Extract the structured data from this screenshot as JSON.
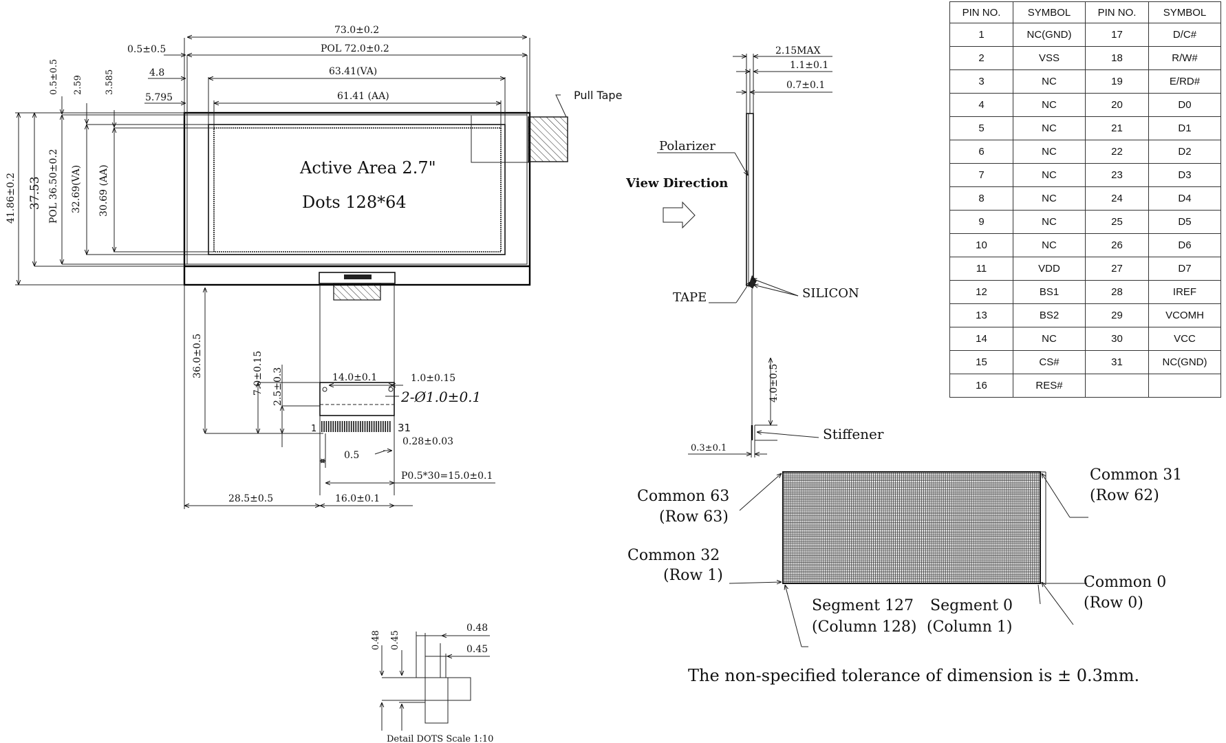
{
  "pin_table": {
    "headers": [
      "PIN NO.",
      "SYMBOL",
      "PIN NO.",
      "SYMBOL"
    ],
    "rows": [
      [
        "1",
        "NC(GND)",
        "17",
        "D/C#"
      ],
      [
        "2",
        "VSS",
        "18",
        "R/W#"
      ],
      [
        "3",
        "NC",
        "19",
        "E/RD#"
      ],
      [
        "4",
        "NC",
        "20",
        "D0"
      ],
      [
        "5",
        "NC",
        "21",
        "D1"
      ],
      [
        "6",
        "NC",
        "22",
        "D2"
      ],
      [
        "7",
        "NC",
        "23",
        "D3"
      ],
      [
        "8",
        "NC",
        "24",
        "D4"
      ],
      [
        "9",
        "NC",
        "25",
        "D5"
      ],
      [
        "10",
        "NC",
        "26",
        "D6"
      ],
      [
        "11",
        "VDD",
        "27",
        "D7"
      ],
      [
        "12",
        "BS1",
        "28",
        "IREF"
      ],
      [
        "13",
        "BS2",
        "29",
        "VCOMH"
      ],
      [
        "14",
        "NC",
        "30",
        "VCC"
      ],
      [
        "15",
        "CS#",
        "31",
        "NC(GND)"
      ],
      [
        "16",
        "RES#",
        "",
        ""
      ]
    ]
  },
  "front_view": {
    "dim_outline_width": "73.0±0.2",
    "dim_pol_width": "POL 72.0±0.2",
    "dim_va_width": "63.41(VA)",
    "dim_aa_width": "61.41 (AA)",
    "dim_left_offset_1": "0.5±0.5",
    "dim_left_offset_2": "4.8",
    "dim_left_offset_3": "5.795",
    "dim_top_offset_1": "0.5±0.5",
    "dim_top_offset_2": "2.59",
    "dim_top_offset_3": "3.585",
    "dim_outline_height": "41.86±0.2",
    "dim_height_2": "37.53",
    "dim_pol_height": "POL 36.50±0.2",
    "dim_va_height": "32.69(VA)",
    "dim_aa_height": "30.69 (AA)",
    "pull_tape": "Pull  Tape",
    "active_area": "Active Area 2.7\"",
    "dots": "Dots 128*64"
  },
  "fpc": {
    "dim_fpc_length": "36.0±0.5",
    "dim_stiffener": "7.0±0.15",
    "dim_contact": "2.5±0.3",
    "dim_hole_span": "14.0±0.1",
    "dim_hole_offset": "1.0±0.15",
    "holes": "2-Ø1.0±0.1",
    "pin_marker_left": "1",
    "pin_marker_right": "31",
    "dim_pin_width": "0.28±0.03",
    "dim_pitch": "0.5",
    "dim_pitch_total": "P0.5*30=15.0±0.1",
    "dim_fpc_offset": "28.5±0.5",
    "dim_fpc_width": "16.0±0.1"
  },
  "side_view": {
    "dim_total_thickness": "2.15MAX",
    "dim_glass": "1.1±0.1",
    "dim_pol": "0.7±0.1",
    "polarizer": "Polarizer",
    "view_direction": "View Direction",
    "tape": "TAPE",
    "silicon": "SILICON",
    "dim_stiffener_length": "4.0±0.5",
    "stiffener": "Stiffener",
    "dim_stiffener_thickness": "0.3±0.1"
  },
  "matrix": {
    "common_63": "Common 63",
    "row_63": "(Row 63)",
    "common_32": "Common 32",
    "row_1": "(Row 1)",
    "common_31": "Common 31",
    "row_62": "(Row 62)",
    "common_0": "Common 0",
    "row_0": "(Row 0)",
    "segment_127": "Segment 127",
    "column_128": "(Column 128)",
    "segment_0": "Segment 0",
    "column_1": "(Column 1)"
  },
  "detail": {
    "dim_a_v": "0.48",
    "dim_b_v": "0.45",
    "dim_a_h": "0.48",
    "dim_b_h": "0.45",
    "caption": "Detail DOTS  Scale 1:10"
  },
  "note": "The non-specified tolerance of dimension is ± 0.3mm."
}
